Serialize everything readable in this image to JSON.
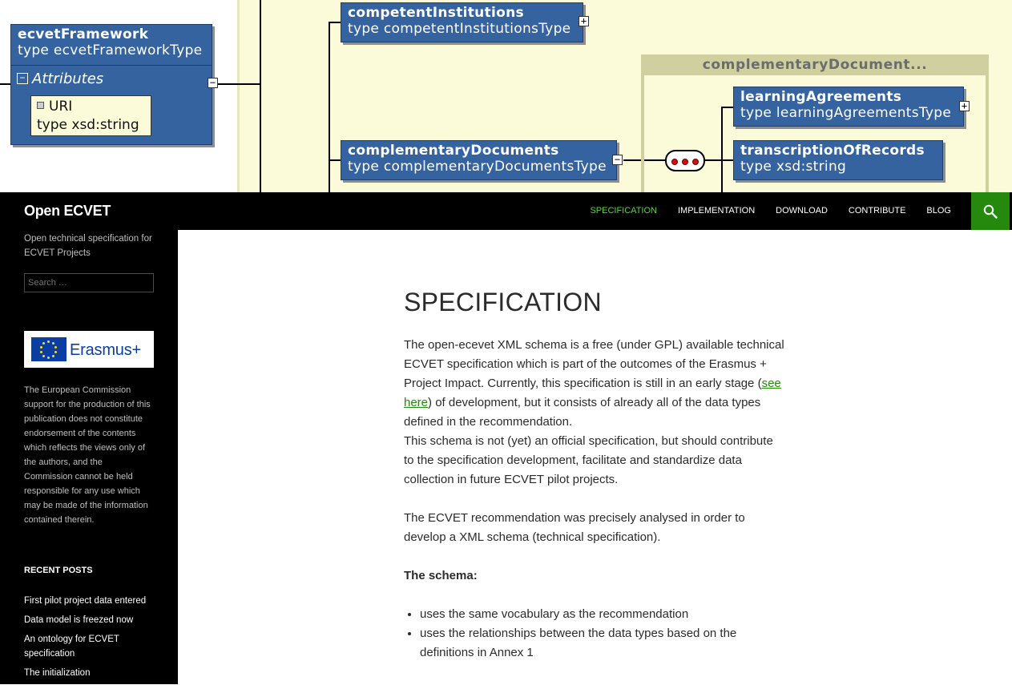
{
  "diagram": {
    "root": {
      "name": "ecvetFramework",
      "type": "type ecvetFrameworkType"
    },
    "attributes_label": "Attributes",
    "attribute": {
      "name": "URI",
      "type": "type xsd:string"
    },
    "competent": {
      "name": "competentInstitutions",
      "type": "type competentInstitutionsType"
    },
    "complementary": {
      "name": "complementaryDocuments",
      "type": "type complementaryDocumentsType"
    },
    "group_label": "complementaryDocument...",
    "learning": {
      "name": "learningAgreements",
      "type": "type learningAgreementsType"
    },
    "transcription": {
      "name": "transcriptionOfRecords",
      "type": "type xsd:string"
    },
    "expand_symbol": "+",
    "collapse_symbol": "−"
  },
  "site": {
    "title": "Open ECVET",
    "description": "Open technical specification for ECVET Projects"
  },
  "nav": {
    "items": [
      "Specification",
      "Implementation",
      "Download",
      "Contribute",
      "Blog"
    ],
    "active_color": "#55d737",
    "search_icon": "search-icon"
  },
  "sidebar": {
    "search_placeholder": "Search …",
    "logo_text": "Erasmus+",
    "disclaimer": "The European Commission support for the production of this publication does not constitute endorsement of the contents which reflects the views only of the authors, and the Commission cannot be held responsible for any use which may be made of the information contained therein.",
    "recent_title": "Recent Posts",
    "recent_posts": [
      "First pilot project data entered",
      "Data model is freezed now",
      "An ontology for ECVET specification",
      "The initialization"
    ]
  },
  "main": {
    "title": "SPECIFICATION",
    "p1_before_link": "The open-ecevet XML schema is a free (under GPL) available technical ECVET specification which is part of the outcomes of the Erasmus + Project Impact. Currently, this specification is still in an early stage (",
    "p1_link": "see here",
    "p1_after_link": ") of development, but it consists of already all of the data types defined in the recommendation.",
    "p2": "This schema is not (yet) an official specification, but should contribute to the specification development, facilitate and standardize data collection in future ECVET pilot projects.",
    "p3": "The ECVET recommendation was precisely analysed in order to develop a XML schema (technical specification).",
    "schema_heading": "The schema:",
    "bullets": [
      "uses the same vocabulary as the recommendation",
      "uses the relationships between the data types based on the definitions in Annex 1"
    ]
  }
}
